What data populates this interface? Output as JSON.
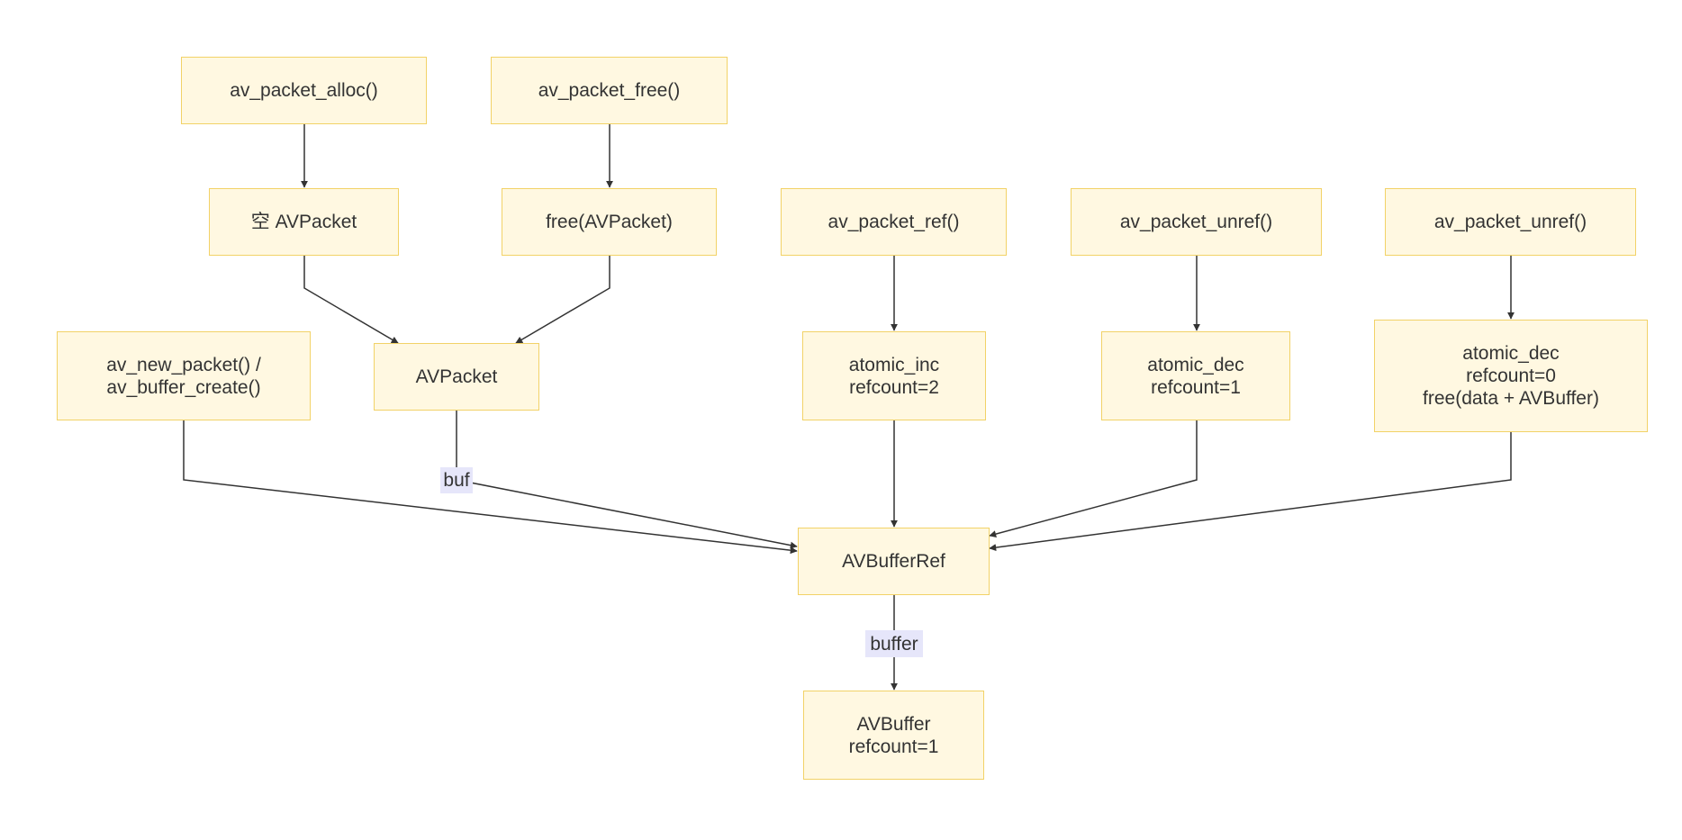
{
  "nodes": {
    "alloc": "av_packet_alloc()",
    "free_fn": "av_packet_free()",
    "empty_packet": "空 AVPacket",
    "free_packet": "free(AVPacket)",
    "ref": "av_packet_ref()",
    "unref1": "av_packet_unref()",
    "unref2": "av_packet_unref()",
    "new_packet": "av_new_packet() /\nav_buffer_create()",
    "avpacket": "AVPacket",
    "atomic_inc": "atomic_inc\nrefcount=2",
    "atomic_dec1": "atomic_dec\nrefcount=1",
    "atomic_dec0": "atomic_dec\nrefcount=0\nfree(data + AVBuffer)",
    "bufferref": "AVBufferRef",
    "avbuffer": "AVBuffer\nrefcount=1"
  },
  "edge_labels": {
    "buf": "buf",
    "buffer": "buffer"
  }
}
